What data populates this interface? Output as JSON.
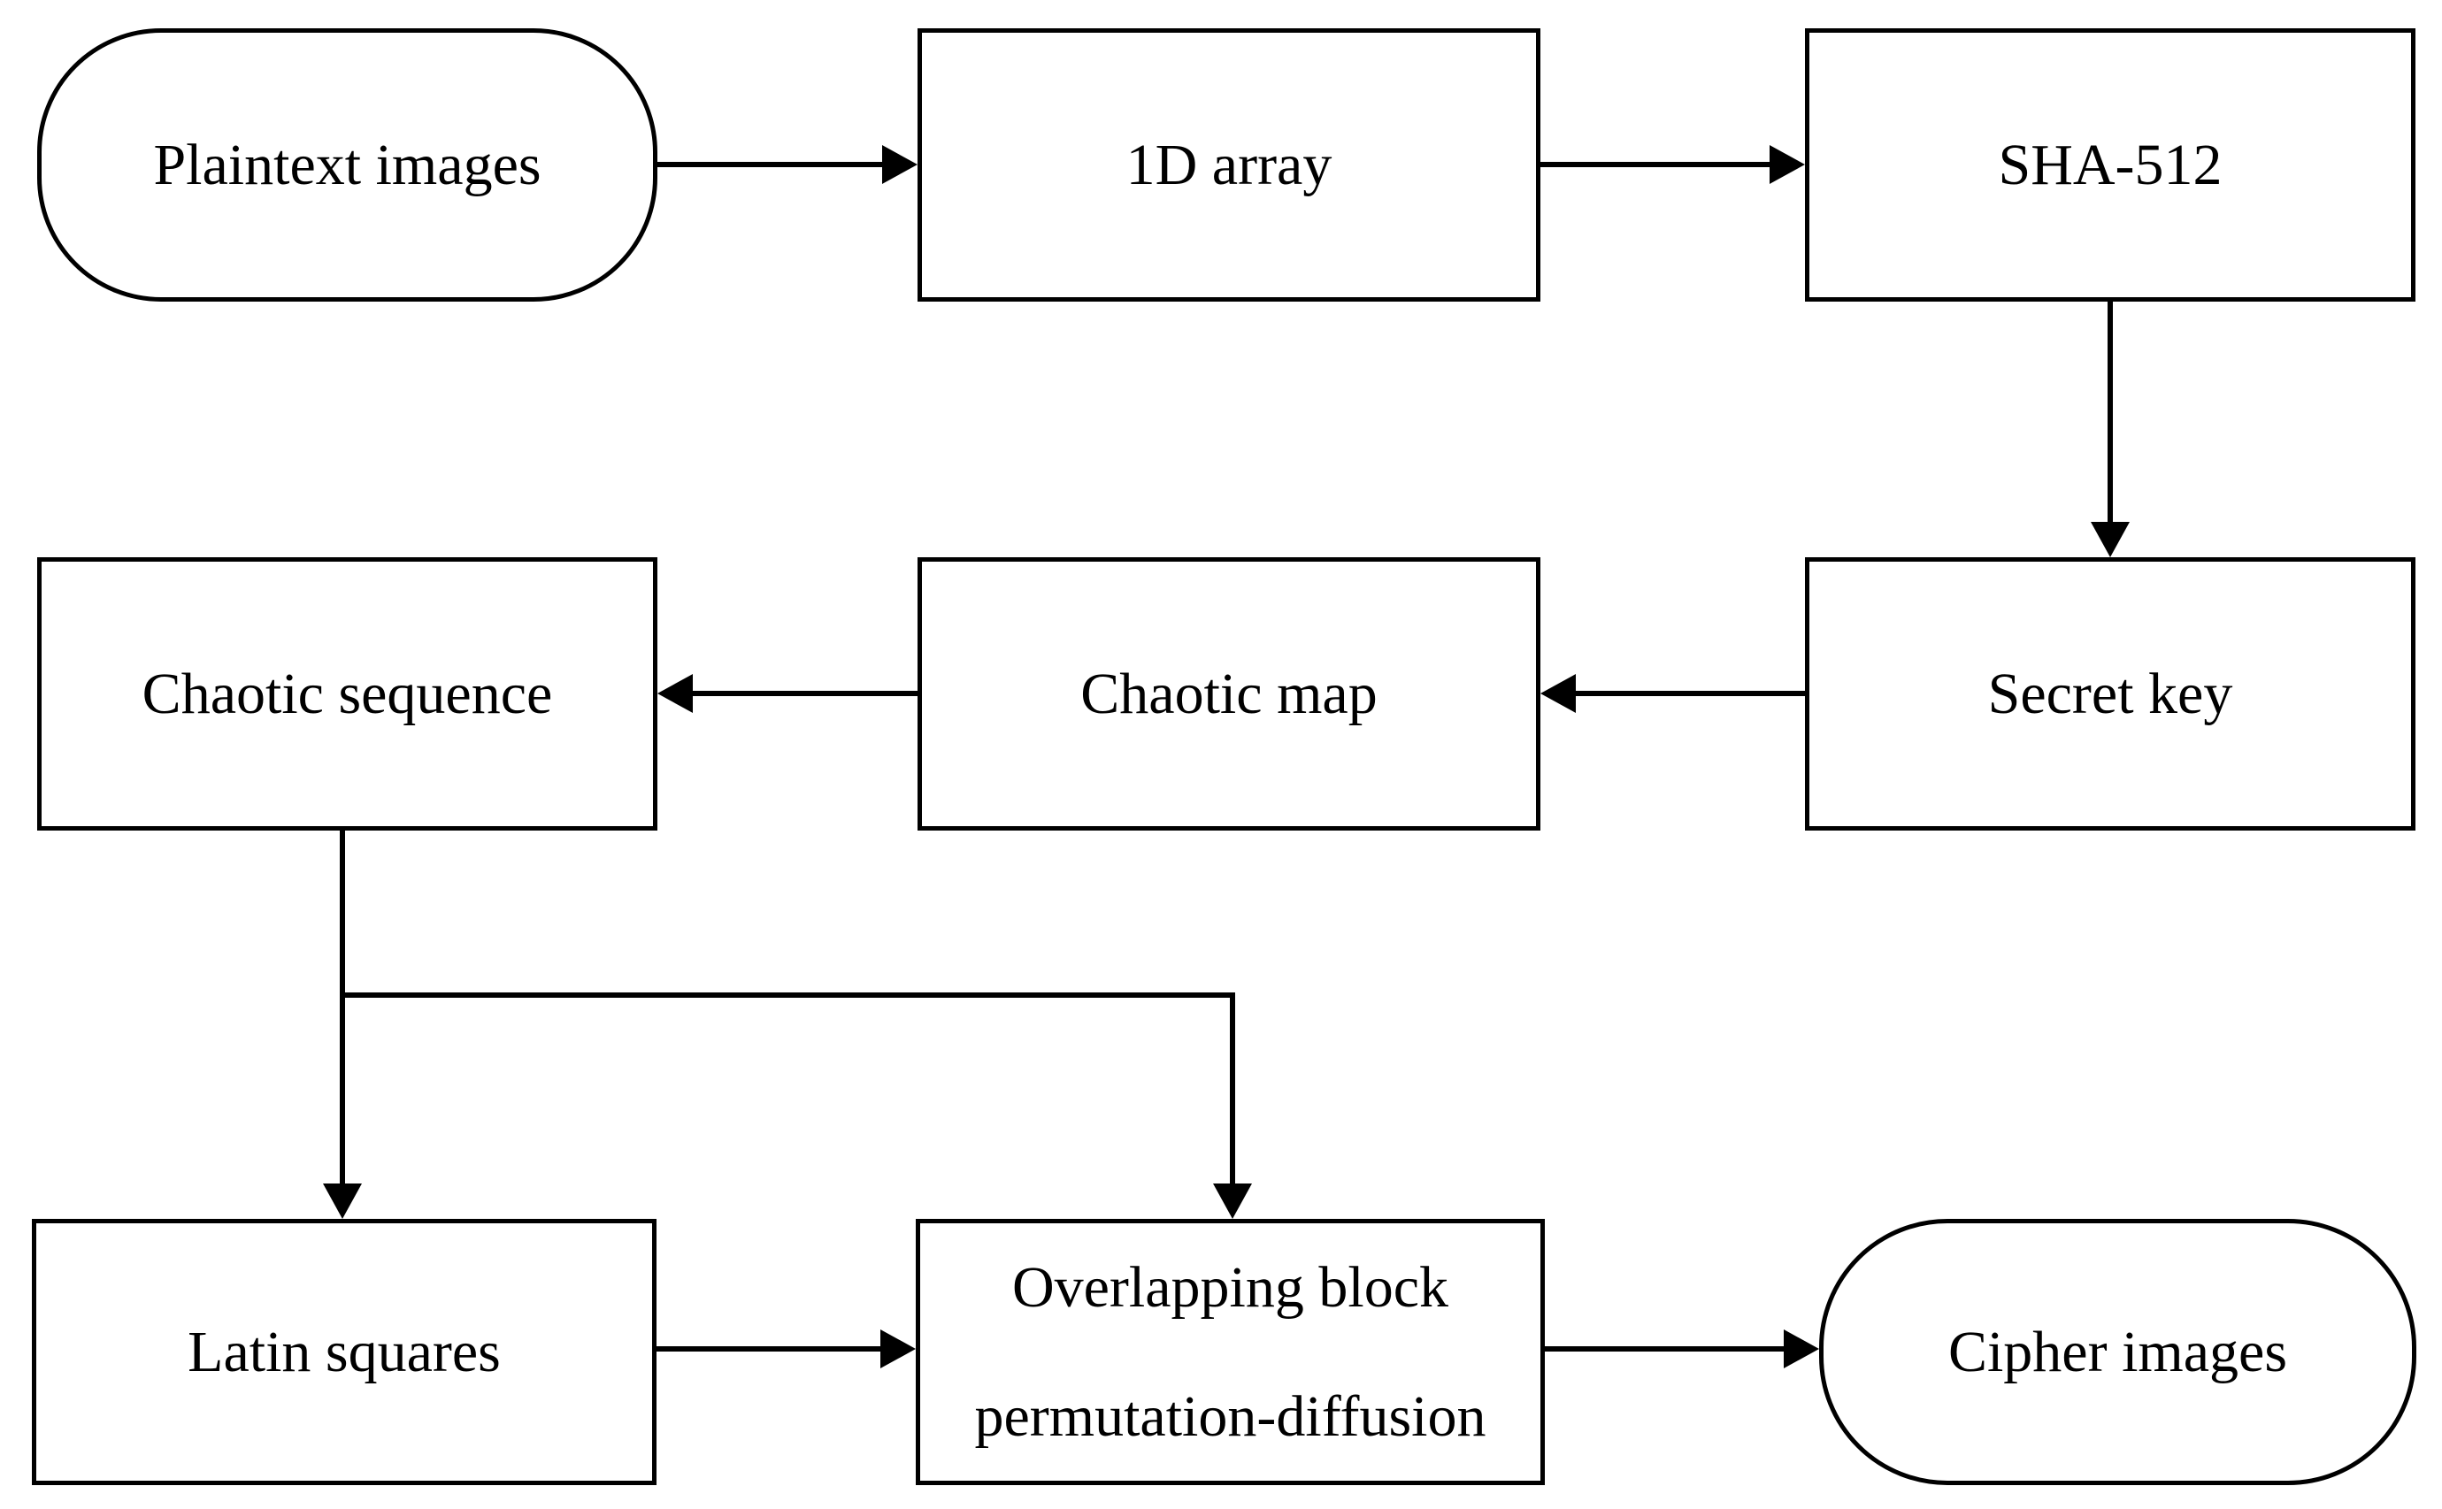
{
  "figure": {
    "type": "flowchart",
    "background_color": "#ffffff",
    "stroke_color": "#000000",
    "nodes": [
      {
        "id": "plaintext_images",
        "shape": "terminator",
        "label": "Plaintext images"
      },
      {
        "id": "one_d_array",
        "shape": "process",
        "label": "1D array"
      },
      {
        "id": "sha_512",
        "shape": "process",
        "label": "SHA-512"
      },
      {
        "id": "chaotic_sequence",
        "shape": "process",
        "label": "Chaotic sequence"
      },
      {
        "id": "chaotic_map",
        "shape": "process",
        "label": "Chaotic map"
      },
      {
        "id": "secret_key",
        "shape": "process",
        "label": "Secret key"
      },
      {
        "id": "latin_squares",
        "shape": "process",
        "label": "Latin squares"
      },
      {
        "id": "overlapping_block_permutation_diffusion",
        "shape": "process",
        "label": "Overlapping block permutation-diffusion",
        "lines": [
          "Overlapping block",
          "permutation-diffusion"
        ]
      },
      {
        "id": "cipher_images",
        "shape": "terminator",
        "label": "Cipher images"
      }
    ],
    "edges": [
      {
        "from": "plaintext_images",
        "to": "one_d_array",
        "direction": "right"
      },
      {
        "from": "one_d_array",
        "to": "sha_512",
        "direction": "right"
      },
      {
        "from": "sha_512",
        "to": "secret_key",
        "direction": "down"
      },
      {
        "from": "secret_key",
        "to": "chaotic_map",
        "direction": "left"
      },
      {
        "from": "chaotic_map",
        "to": "chaotic_sequence",
        "direction": "left"
      },
      {
        "from": "chaotic_sequence",
        "to": "latin_squares",
        "direction": "down"
      },
      {
        "from": "chaotic_sequence",
        "to": "overlapping_block_permutation_diffusion",
        "direction": "down-right-down"
      },
      {
        "from": "latin_squares",
        "to": "overlapping_block_permutation_diffusion",
        "direction": "right"
      },
      {
        "from": "overlapping_block_permutation_diffusion",
        "to": "cipher_images",
        "direction": "right"
      }
    ]
  }
}
